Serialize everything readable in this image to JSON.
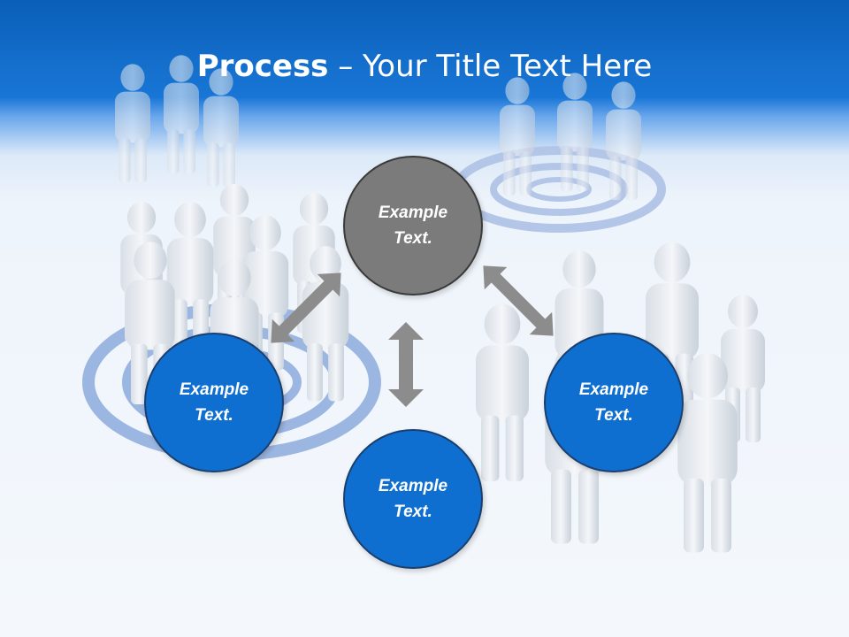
{
  "title": {
    "bold": "Process",
    "rest": " – Your Title Text Here"
  },
  "nodes": {
    "top": "Example\nText.",
    "left": "Example\nText.",
    "right": "Example\nText.",
    "bottom": "Example\nText."
  },
  "colors": {
    "header": "#0a5fb8",
    "node_blue": "#0f6fd1",
    "node_gray": "#7b7b7b",
    "arrow": "#8c8c8c",
    "target_ring": "#9cb6e2"
  },
  "icons": [
    "people-crowd-icon",
    "target-rings-icon",
    "double-arrow-icon"
  ]
}
